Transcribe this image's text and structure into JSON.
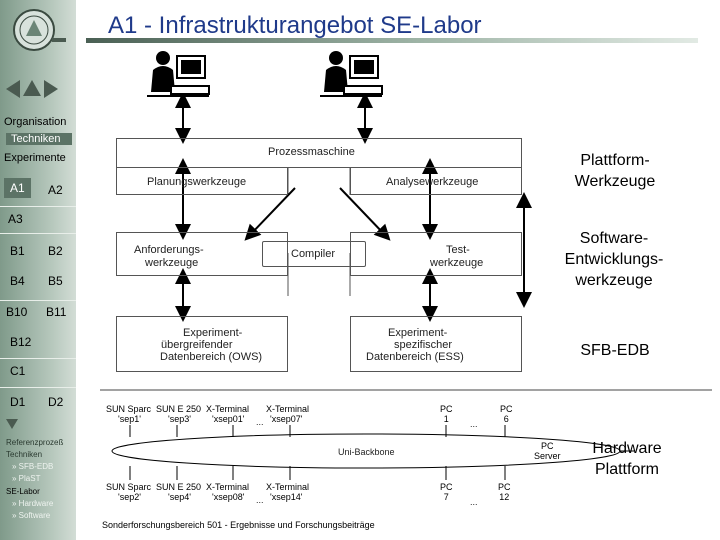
{
  "title": "A1 - Infrastrukturangebot SE-Labor",
  "sidebar": {
    "sections": [
      "Organisation",
      "Techniken",
      "Experimente"
    ],
    "codes": [
      "A1",
      "A2",
      "A3",
      "B1",
      "B2",
      "B4",
      "B5",
      "B10",
      "B11",
      "B12",
      "C1",
      "D1",
      "D2"
    ],
    "links": [
      "Referenzprozeß",
      "Techniken",
      "» SFB-EDB",
      "» PlaST",
      "SE-Labor",
      "» Hardware",
      "» Software"
    ]
  },
  "diagram": {
    "prozessmaschine": "Prozessmaschine",
    "planung": "Planungswerkzeuge",
    "analyse": "Analysewerkzeuge",
    "anforderung": [
      "Anforderungs-",
      "werkzeuge"
    ],
    "compiler": "Compiler",
    "test": [
      "Test-",
      "werkzeuge"
    ],
    "exp_uebergreifend": [
      "Experiment-",
      "übergreifender",
      "Datenbereich (OWS)"
    ],
    "exp_spezifisch": [
      "Experiment-",
      "spezifischer",
      "Datenbereich (ESS)"
    ],
    "right_labels": {
      "plattform": [
        "Plattform-",
        "Werkzeuge"
      ],
      "software": [
        "Software-",
        "Entwicklungs-",
        "werkzeuge"
      ],
      "sfb": "SFB-EDB",
      "hardware": [
        "Hardware",
        "Plattform"
      ]
    },
    "machines_top": [
      {
        "line1": "SUN Sparc",
        "line2": "'sep1'"
      },
      {
        "line1": "SUN E 250",
        "line2": "'sep3'"
      },
      {
        "line1": "X-Terminal",
        "line2": "'xsep01'"
      },
      {
        "line1": "X-Terminal",
        "line2": "'xsep07'"
      }
    ],
    "machines_bottom": [
      {
        "line1": "SUN Sparc",
        "line2": "'sep2'"
      },
      {
        "line1": "SUN E 250",
        "line2": "'sep4'"
      },
      {
        "line1": "X-Terminal",
        "line2": "'xsep08'"
      },
      {
        "line1": "X-Terminal",
        "line2": "'xsep14'"
      }
    ],
    "pcs_top": [
      {
        "l1": "PC",
        "l2": "1"
      },
      {
        "l1": "PC",
        "l2": "6"
      }
    ],
    "pcs_bottom": [
      {
        "l1": "PC",
        "l2": "7"
      },
      {
        "l1": "PC",
        "l2": "12"
      }
    ],
    "pc_server": [
      "PC",
      "Server"
    ],
    "backbone": "Uni-Backbone",
    "ellipsis": "..."
  },
  "footer": "Sonderforschungsbereich 501 - Ergebnisse und Forschungsbeiträge"
}
